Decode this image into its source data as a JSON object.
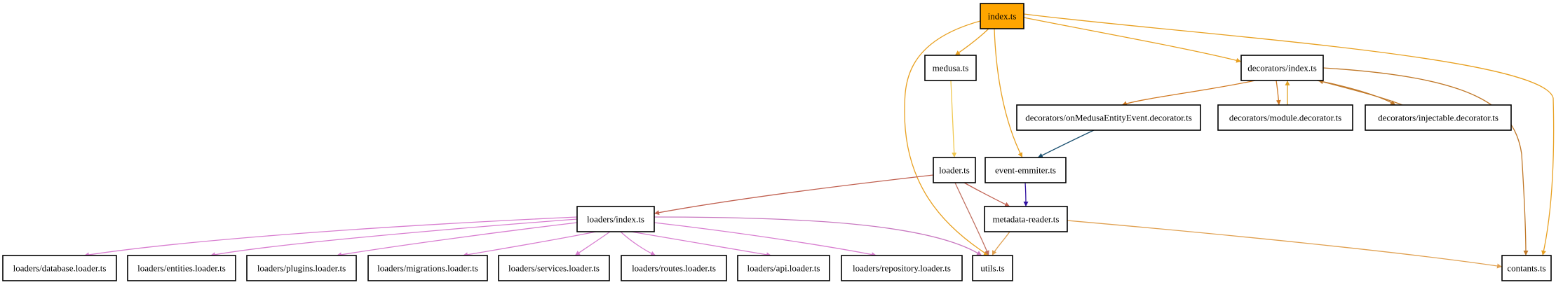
{
  "graph": {
    "nodes": [
      {
        "id": "index",
        "label": "index.ts",
        "root": true
      },
      {
        "id": "medusa",
        "label": "medusa.ts"
      },
      {
        "id": "decorators_index",
        "label": "decorators/index.ts"
      },
      {
        "id": "on_medusa",
        "label": "decorators/onMedusaEntityEvent.decorator.ts"
      },
      {
        "id": "module_dec",
        "label": "decorators/module.decorator.ts"
      },
      {
        "id": "injectable_dec",
        "label": "decorators/injectable.decorator.ts"
      },
      {
        "id": "loader",
        "label": "loader.ts"
      },
      {
        "id": "event_emmiter",
        "label": "event-emmiter.ts"
      },
      {
        "id": "loaders_index",
        "label": "loaders/index.ts"
      },
      {
        "id": "metadata_reader",
        "label": "metadata-reader.ts"
      },
      {
        "id": "database_loader",
        "label": "loaders/database.loader.ts"
      },
      {
        "id": "entities_loader",
        "label": "loaders/entities.loader.ts"
      },
      {
        "id": "plugins_loader",
        "label": "loaders/plugins.loader.ts"
      },
      {
        "id": "migrations_loader",
        "label": "loaders/migrations.loader.ts"
      },
      {
        "id": "services_loader",
        "label": "loaders/services.loader.ts"
      },
      {
        "id": "routes_loader",
        "label": "loaders/routes.loader.ts"
      },
      {
        "id": "api_loader",
        "label": "loaders/api.loader.ts"
      },
      {
        "id": "repository_loader",
        "label": "loaders/repository.loader.ts"
      },
      {
        "id": "utils",
        "label": "utils.ts"
      },
      {
        "id": "contants",
        "label": "contants.ts"
      }
    ],
    "edges": [
      {
        "from": "index",
        "to": "medusa",
        "color": "#e8a020"
      },
      {
        "from": "index",
        "to": "decorators_index",
        "color": "#e8a020"
      },
      {
        "from": "index",
        "to": "event_emmiter",
        "color": "#e8a020"
      },
      {
        "from": "index",
        "to": "utils",
        "color": "#e8a020"
      },
      {
        "from": "index",
        "to": "contants",
        "color": "#e8a020"
      },
      {
        "from": "medusa",
        "to": "loader",
        "color": "#f0c850"
      },
      {
        "from": "decorators_index",
        "to": "on_medusa",
        "color": "#d07820"
      },
      {
        "from": "decorators_index",
        "to": "module_dec",
        "color": "#d07820"
      },
      {
        "from": "decorators_index",
        "to": "injectable_dec",
        "color": "#c07828"
      },
      {
        "from": "decorators_index",
        "to": "contants",
        "color": "#c07828"
      },
      {
        "from": "module_dec",
        "to": "decorators_index",
        "color": "#e0a020"
      },
      {
        "from": "injectable_dec",
        "to": "decorators_index",
        "color": "#c07828"
      },
      {
        "from": "on_medusa",
        "to": "event_emmiter",
        "color": "#1a5070"
      },
      {
        "from": "event_emmiter",
        "to": "metadata_reader",
        "color": "#3010a0"
      },
      {
        "from": "loader",
        "to": "loaders_index",
        "color": "#c06050"
      },
      {
        "from": "loader",
        "to": "metadata_reader",
        "color": "#c06050"
      },
      {
        "from": "loader",
        "to": "utils",
        "color": "#c07060"
      },
      {
        "from": "metadata_reader",
        "to": "utils",
        "color": "#e0a050"
      },
      {
        "from": "metadata_reader",
        "to": "contants",
        "color": "#e0a050"
      },
      {
        "from": "loaders_index",
        "to": "database_loader",
        "color": "#d87ed0"
      },
      {
        "from": "loaders_index",
        "to": "entities_loader",
        "color": "#d87ed0"
      },
      {
        "from": "loaders_index",
        "to": "plugins_loader",
        "color": "#d87ed0"
      },
      {
        "from": "loaders_index",
        "to": "migrations_loader",
        "color": "#d87ed0"
      },
      {
        "from": "loaders_index",
        "to": "services_loader",
        "color": "#d87ed0"
      },
      {
        "from": "loaders_index",
        "to": "routes_loader",
        "color": "#d87ed0"
      },
      {
        "from": "loaders_index",
        "to": "api_loader",
        "color": "#d87ed0"
      },
      {
        "from": "loaders_index",
        "to": "repository_loader",
        "color": "#d87ed0"
      },
      {
        "from": "loaders_index",
        "to": "utils",
        "color": "#c878c0"
      }
    ]
  }
}
